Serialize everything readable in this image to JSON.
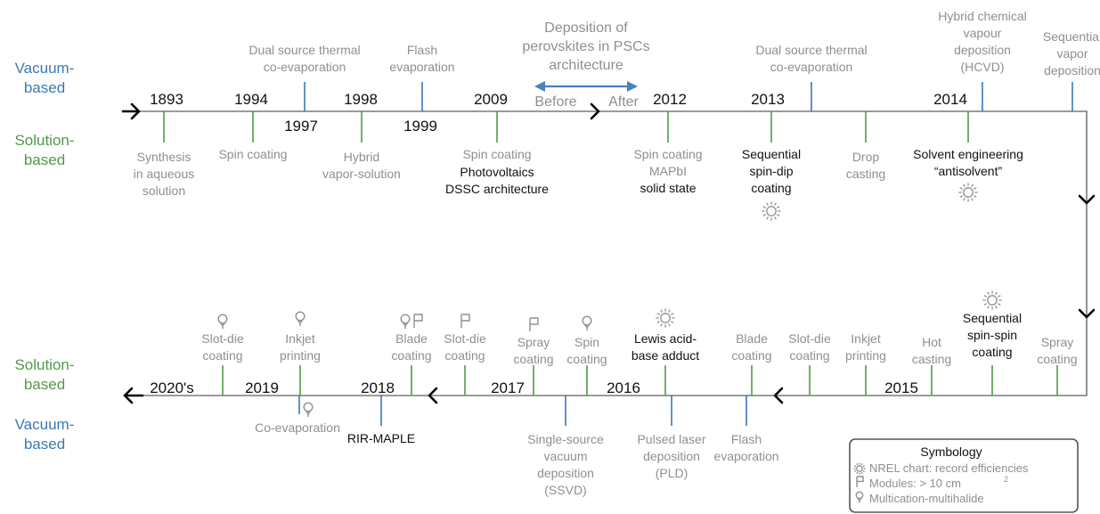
{
  "colors": {
    "vacuum": "#3a78b5",
    "solution": "#4f9b45",
    "axis": "#7a7a7a",
    "muted_text": "#8f8f8f",
    "dark_text": "#111111",
    "arrow": "#000000",
    "double_arrow": "#4a80c0"
  },
  "side_labels": {
    "top_vacuum": [
      "Vacuum-",
      "based"
    ],
    "top_solution": [
      "Solution-",
      "based"
    ],
    "bottom_solution": [
      "Solution-",
      "based"
    ],
    "bottom_vacuum": [
      "Vacuum-",
      "based"
    ]
  },
  "top_row": {
    "years": [
      "1893",
      "1994",
      "1997",
      "1998",
      "1999",
      "2009",
      "2012",
      "2013",
      "2014"
    ],
    "milestone": {
      "title": [
        "Deposition of",
        "perovskites in PSCs",
        "architecture"
      ],
      "before": "Before",
      "after": "After"
    },
    "events": [
      {
        "lines": [
          "Synthesis",
          "in aqueous",
          "solution"
        ],
        "kind": "solution",
        "tone": "gray",
        "icons": []
      },
      {
        "lines": [
          "Spin coating"
        ],
        "kind": "solution",
        "tone": "gray",
        "icons": []
      },
      {
        "lines": [
          "Dual source thermal",
          "co-evaporation"
        ],
        "kind": "vacuum",
        "tone": "gray",
        "icons": []
      },
      {
        "lines": [
          "Hybrid",
          "vapor-solution"
        ],
        "kind": "solution",
        "tone": "gray",
        "icons": []
      },
      {
        "lines": [
          "Flash",
          "evaporation"
        ],
        "kind": "vacuum",
        "tone": "gray",
        "icons": []
      },
      {
        "lines": [
          "Spin coating"
        ],
        "dark_lines": [
          "Photovoltaics",
          "DSSC architecture"
        ],
        "kind": "solution",
        "tone": "gray",
        "icons": []
      },
      {
        "lines": [
          "Spin coating",
          "MAPbI"
        ],
        "dark_lines": [
          "solid state"
        ],
        "kind": "solution",
        "tone": "gray",
        "icons": []
      },
      {
        "lines": [
          "Dual source thermal",
          "co-evaporation"
        ],
        "kind": "vacuum",
        "tone": "gray",
        "icons": []
      },
      {
        "lines": [
          "Sequential",
          "spin-dip",
          "coating"
        ],
        "kind": "solution",
        "tone": "dark",
        "icons": [
          "sun-icon"
        ]
      },
      {
        "lines": [
          "Drop",
          "casting"
        ],
        "kind": "solution",
        "tone": "gray",
        "icons": []
      },
      {
        "lines": [
          "Hybrid chemical",
          "vapour",
          "deposition",
          "(HCVD)"
        ],
        "kind": "vacuum",
        "tone": "gray",
        "icons": []
      },
      {
        "lines": [
          "Solvent engineering",
          "“antisolvent”"
        ],
        "kind": "solution",
        "tone": "dark",
        "icons": [
          "sun-icon"
        ]
      },
      {
        "lines": [
          "Sequential",
          "vapor",
          "deposition"
        ],
        "kind": "vacuum",
        "tone": "gray",
        "icons": []
      }
    ]
  },
  "bottom_row": {
    "years": [
      "2020's",
      "2019",
      "2018",
      "2017",
      "2016",
      "2015"
    ],
    "events": [
      {
        "lines": [
          "Slot-die",
          "coating"
        ],
        "kind": "solution",
        "tone": "gray",
        "icons": [
          "balloon-icon"
        ]
      },
      {
        "lines": [
          "Inkjet",
          "printing"
        ],
        "kind": "solution",
        "tone": "gray",
        "icons": [
          "balloon-icon"
        ]
      },
      {
        "lines": [
          "Co-evaporation"
        ],
        "kind": "vacuum",
        "tone": "gray",
        "icons": [
          "balloon-icon"
        ]
      },
      {
        "lines": [
          "RIR-MAPLE"
        ],
        "kind": "vacuum",
        "tone": "dark",
        "icons": []
      },
      {
        "lines": [
          "Blade",
          "coating"
        ],
        "kind": "solution",
        "tone": "gray",
        "icons": [
          "balloon-icon",
          "flag-icon"
        ]
      },
      {
        "lines": [
          "Slot-die",
          "coating"
        ],
        "kind": "solution",
        "tone": "gray",
        "icons": [
          "flag-icon"
        ]
      },
      {
        "lines": [
          "Spray",
          "coating"
        ],
        "kind": "solution",
        "tone": "gray",
        "icons": [
          "flag-icon"
        ]
      },
      {
        "lines": [
          "Single-source",
          "vacuum",
          "deposition",
          "(SSVD)"
        ],
        "kind": "vacuum",
        "tone": "gray",
        "icons": []
      },
      {
        "lines": [
          "Spin",
          "coating"
        ],
        "kind": "solution",
        "tone": "gray",
        "icons": [
          "balloon-icon"
        ]
      },
      {
        "lines": [
          "Lewis acid-",
          "base adduct"
        ],
        "kind": "solution",
        "tone": "dark",
        "icons": [
          "sun-icon"
        ]
      },
      {
        "lines": [
          "Pulsed laser",
          "deposition",
          "(PLD)"
        ],
        "kind": "vacuum",
        "tone": "gray",
        "icons": []
      },
      {
        "lines": [
          "Flash",
          "evaporation"
        ],
        "kind": "vacuum",
        "tone": "gray",
        "icons": []
      },
      {
        "lines": [
          "Blade",
          "coating"
        ],
        "kind": "solution",
        "tone": "gray",
        "icons": []
      },
      {
        "lines": [
          "Slot-die",
          "coating"
        ],
        "kind": "solution",
        "tone": "gray",
        "icons": []
      },
      {
        "lines": [
          "Inkjet",
          "printing"
        ],
        "kind": "solution",
        "tone": "gray",
        "icons": []
      },
      {
        "lines": [
          "Hot",
          "casting"
        ],
        "kind": "solution",
        "tone": "gray",
        "icons": []
      },
      {
        "lines": [
          "Sequential",
          "spin-spin",
          "coating"
        ],
        "kind": "solution",
        "tone": "dark",
        "icons": [
          "sun-icon"
        ]
      },
      {
        "lines": [
          "Spray",
          "coating"
        ],
        "kind": "solution",
        "tone": "gray",
        "icons": []
      }
    ]
  },
  "symbology": {
    "title": "Symbology",
    "items": [
      {
        "icon": "sun-icon",
        "text": "NREL chart: record efficiencies"
      },
      {
        "icon": "flag-icon",
        "text": "Modules: > 10 cm",
        "sup": "2"
      },
      {
        "icon": "balloon-icon",
        "text": "Multication-multihalide"
      }
    ]
  }
}
